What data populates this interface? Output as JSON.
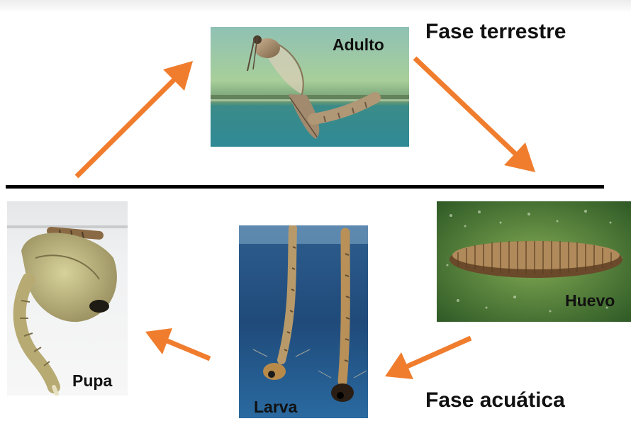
{
  "phases": {
    "terrestrial": "Fase terrestre",
    "aquatic": "Fase acuática"
  },
  "stages": {
    "adult": "Adulto",
    "egg": "Huevo",
    "larva": "Larva",
    "pupa": "Pupa"
  },
  "colors": {
    "arrow": "#f07d2e",
    "divider": "#000000"
  }
}
